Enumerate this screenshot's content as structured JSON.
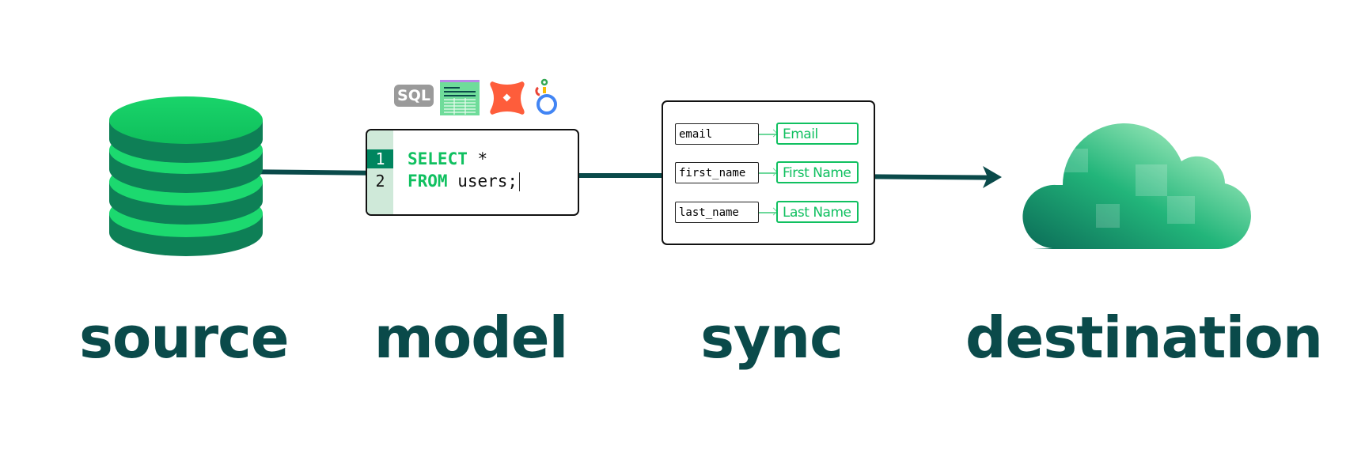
{
  "colors": {
    "accent": "#10c060",
    "line": "#0a4a4a",
    "gutter": "#cfe9d9",
    "active_line": "#00855f"
  },
  "stages": [
    {
      "label": "source",
      "icon": "database-icon"
    },
    {
      "label": "model",
      "icon": "sql-editor"
    },
    {
      "label": "sync",
      "icon": "field-mapping"
    },
    {
      "label": "destination",
      "icon": "cloud-icon"
    }
  ],
  "model": {
    "tool_icons": [
      "sql-icon",
      "spreadsheet-icon",
      "dbt-icon",
      "looker-icon"
    ],
    "sql_badge": "SQL",
    "lines": [
      {
        "number": "1",
        "keyword": "SELECT",
        "rest": " *"
      },
      {
        "number": "2",
        "keyword": "FROM",
        "rest": " users;"
      }
    ]
  },
  "sync": {
    "mappings": [
      {
        "source": "email",
        "destination": "Email"
      },
      {
        "source": "first_name",
        "destination": "First Name"
      },
      {
        "source": "last_name",
        "destination": "Last Name"
      }
    ]
  }
}
